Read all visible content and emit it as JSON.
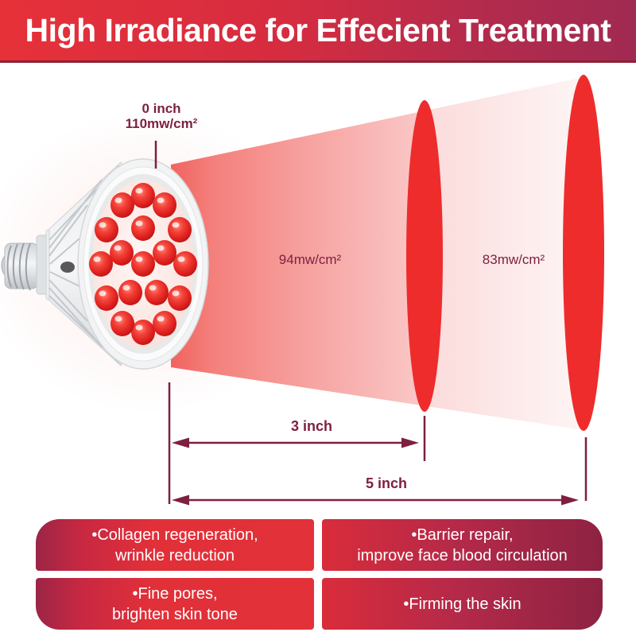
{
  "header": {
    "title": "High Irradiance for Effecient Treatment"
  },
  "diagram": {
    "source_label": {
      "line1": "0 inch",
      "line2": "110mw/cm²"
    },
    "irradiance_mid": "94mw/cm²",
    "irradiance_far": "83mw/cm²",
    "distance_mid": "3 inch",
    "distance_far": "5 inch",
    "measurements": [
      {
        "distance": "0 inch",
        "irradiance": "110mw/cm²"
      },
      {
        "distance": "3 inch",
        "irradiance": "94mw/cm²"
      },
      {
        "distance": "5 inch",
        "irradiance": "83mw/cm²"
      }
    ],
    "bulb": {
      "led_count": 18,
      "led_color": "#dd1f1d"
    }
  },
  "benefits": [
    {
      "lines": [
        "•Collagen regeneration,",
        "wrinkle reduction"
      ]
    },
    {
      "lines": [
        "•Barrier repair,",
        "improve face blood circulation"
      ]
    },
    {
      "lines": [
        "•Fine pores,",
        "brighten skin tone"
      ]
    },
    {
      "lines": [
        "•Firming the skin"
      ]
    }
  ],
  "colors": {
    "header_left": "#e63139",
    "header_right": "#a02a52",
    "annotation_maroon": "#7e2040",
    "beam_ellipse_red": "#ee2c2c",
    "cone_start": "#f1635f",
    "cone_end": "#fdf2f2",
    "card_bright_red": "#e23039",
    "card_dark_maroon": "#8e2242",
    "text_white": "#ffffff"
  }
}
